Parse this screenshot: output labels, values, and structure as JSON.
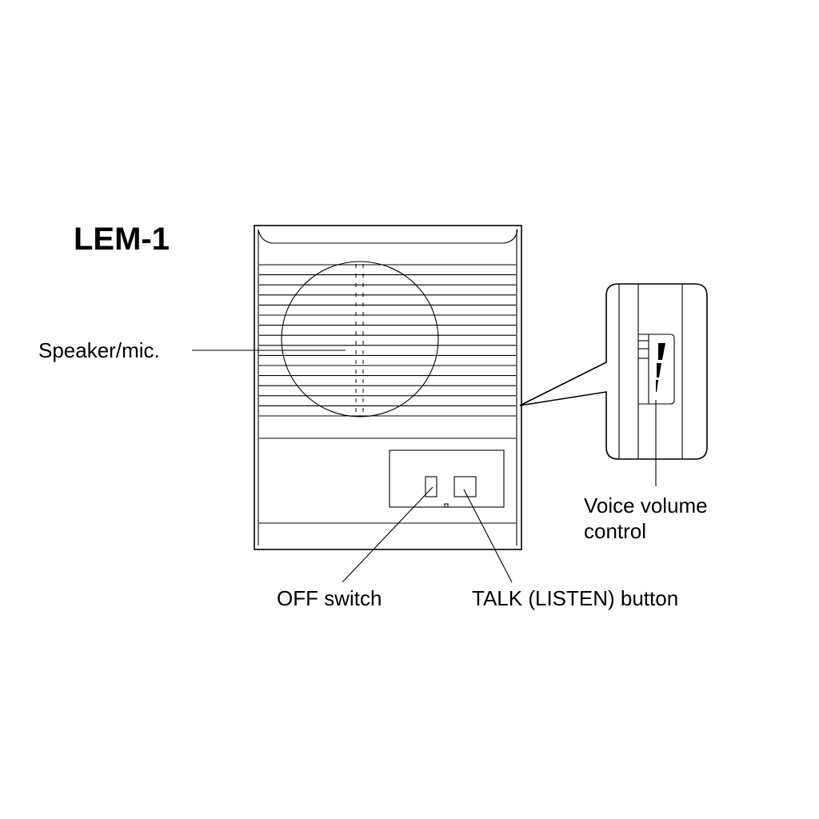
{
  "title": "LEM-1",
  "labels": {
    "speaker": "Speaker/mic.",
    "off_switch": "OFF switch",
    "talk_button": "TALK (LISTEN) button",
    "volume_line1": "Voice volume",
    "volume_line2": "control"
  },
  "colors": {
    "ink": "#000000",
    "background": "#ffffff"
  }
}
